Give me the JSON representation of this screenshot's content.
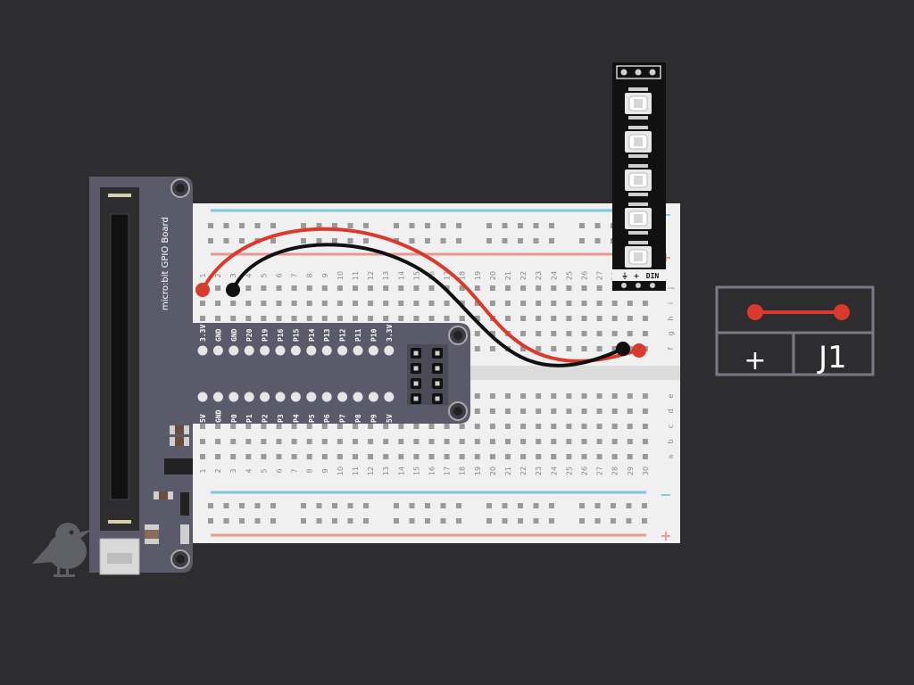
{
  "board": {
    "name": "micro:bit GPIO Board",
    "top_pins": [
      "3.3V",
      "GND",
      "GND",
      "P20",
      "P19",
      "P16",
      "P15",
      "P14",
      "P13",
      "P12",
      "P11",
      "P10",
      "3.3V"
    ],
    "bottom_pins": [
      "5V",
      "GND",
      "P0",
      "P1",
      "P2",
      "P3",
      "P4",
      "P5",
      "P6",
      "P7",
      "P8",
      "P9",
      "5V"
    ]
  },
  "breadboard": {
    "columns": 30,
    "row_letters_top": [
      "j",
      "i",
      "h",
      "g",
      "f"
    ],
    "row_letters_bottom": [
      "e",
      "d",
      "c",
      "b",
      "a"
    ],
    "rail_minus": "−",
    "rail_plus": "+"
  },
  "led_strip": {
    "pixels": 5,
    "labels": [
      "⏚",
      "+",
      "DIN"
    ]
  },
  "legend": {
    "symbol_plus": "+",
    "symbol_label": "J1"
  },
  "colors": {
    "background": "#2d2d30",
    "board": "#5b5a6a",
    "breadboard": "#f0f0f0",
    "rail_blue": "#7ec8d8",
    "rail_red": "#e49a93",
    "wire_red": "#d93a2b",
    "wire_black": "#111111"
  }
}
